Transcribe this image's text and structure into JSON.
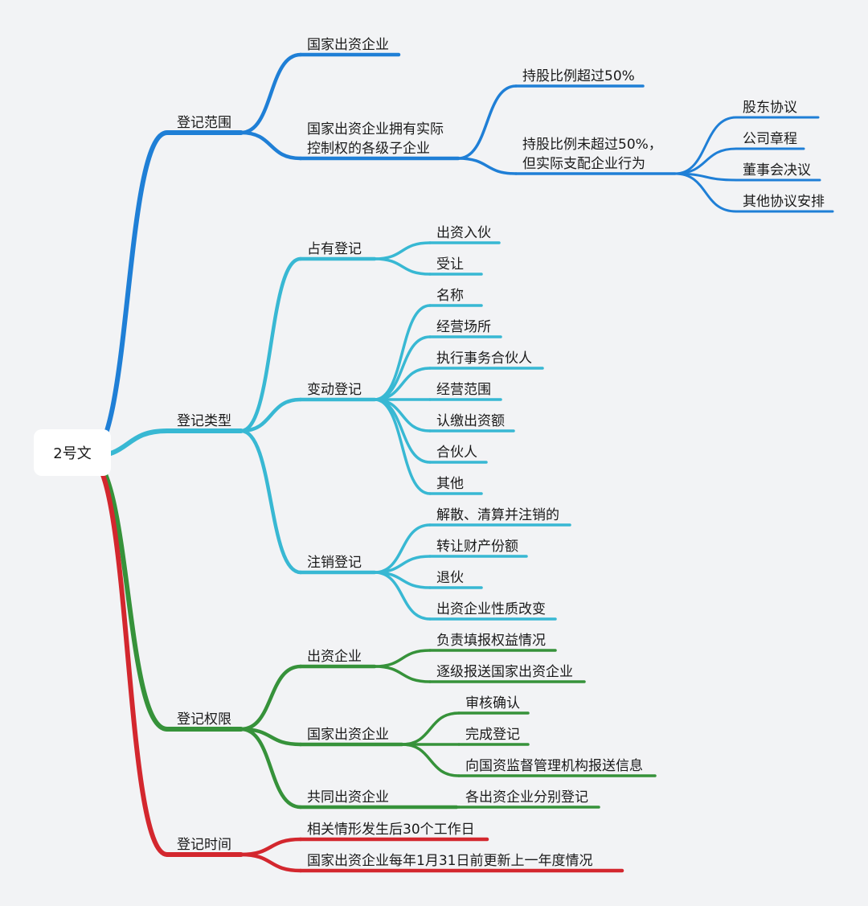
{
  "colors": {
    "blue": "#1f7fd6",
    "cyan": "#38b8d3",
    "green": "#36923a",
    "red": "#d3272e",
    "background": "#f2f3f5"
  },
  "root": {
    "label": "2号文",
    "children": [
      {
        "label": "登记范围",
        "color": "blue",
        "children": [
          {
            "label": "国家出资企业"
          },
          {
            "label": "国家出资企业拥有实际\n控制权的各级子企业",
            "children": [
              {
                "label": "持股比例超过50%"
              },
              {
                "label": "持股比例未超过50%，\n但实际支配企业行为",
                "children": [
                  {
                    "label": "股东协议"
                  },
                  {
                    "label": "公司章程"
                  },
                  {
                    "label": "董事会决议"
                  },
                  {
                    "label": "其他协议安排"
                  }
                ]
              }
            ]
          }
        ]
      },
      {
        "label": "登记类型",
        "color": "cyan",
        "children": [
          {
            "label": "占有登记",
            "children": [
              {
                "label": "出资入伙"
              },
              {
                "label": "受让"
              }
            ]
          },
          {
            "label": "变动登记",
            "children": [
              {
                "label": "名称"
              },
              {
                "label": "经营场所"
              },
              {
                "label": "执行事务合伙人"
              },
              {
                "label": "经营范围"
              },
              {
                "label": "认缴出资额"
              },
              {
                "label": "合伙人"
              },
              {
                "label": "其他"
              }
            ]
          },
          {
            "label": "注销登记",
            "children": [
              {
                "label": "解散、清算并注销的"
              },
              {
                "label": "转让财产份额"
              },
              {
                "label": "退伙"
              },
              {
                "label": "出资企业性质改变"
              }
            ]
          }
        ]
      },
      {
        "label": "登记权限",
        "color": "green",
        "children": [
          {
            "label": "出资企业",
            "children": [
              {
                "label": "负责填报权益情况"
              },
              {
                "label": "逐级报送国家出资企业"
              }
            ]
          },
          {
            "label": "国家出资企业",
            "children": [
              {
                "label": "审核确认"
              },
              {
                "label": "完成登记"
              },
              {
                "label": "向国资监督管理机构报送信息"
              }
            ]
          },
          {
            "label": "共同出资企业",
            "children": [
              {
                "label": "各出资企业分别登记"
              }
            ]
          }
        ]
      },
      {
        "label": "登记时间",
        "color": "red",
        "children": [
          {
            "label": "相关情形发生后30个工作日"
          },
          {
            "label": "国家出资企业每年1月31日前更新上一年度情况"
          }
        ]
      }
    ]
  }
}
